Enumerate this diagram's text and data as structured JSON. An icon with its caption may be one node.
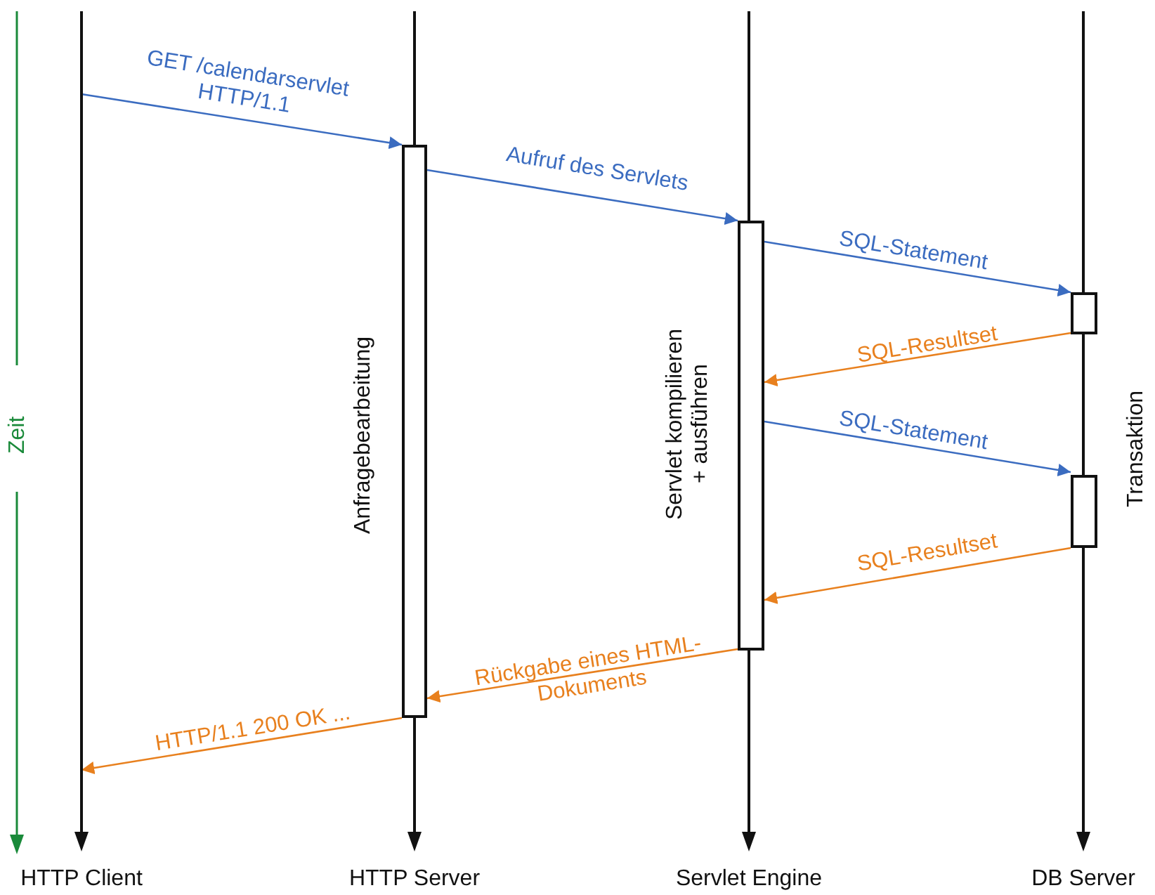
{
  "diagram": {
    "nodes": [
      {
        "text": [
          "HTTP Client"
        ]
      },
      {
        "text": [
          "HTTP Server"
        ]
      },
      {
        "text": [
          "Servlet Engine"
        ]
      },
      {
        "text": [
          "DB Server"
        ]
      },
      {
        "text": [],
        "shape": "bar",
        "in": 1,
        "beside": [
          "Anfragebearbeitung"
        ]
      },
      {
        "text": [],
        "shape": "bar",
        "in": 2,
        "beside": [
          "Servlet kompilieren + ausführen"
        ]
      },
      {
        "text": [],
        "shape": "bar",
        "in": 3
      },
      {
        "text": [],
        "shape": "bar",
        "in": 3
      }
    ],
    "edges": [
      {
        "from": 0,
        "to": 4,
        "arrow": "to",
        "label": "GET /calendarservlet HTTP/1.1",
        "color": "#3b6cc0"
      },
      {
        "from": 4,
        "to": 5,
        "arrow": "to",
        "label": "Aufruf des Servlets",
        "color": "#3b6cc0"
      },
      {
        "from": 5,
        "to": 6,
        "arrow": "to",
        "label": "SQL-Statement",
        "color": "#3b6cc0"
      },
      {
        "from": 6,
        "to": 5,
        "arrow": "to",
        "label": "SQL-Resultset",
        "color": "#e8801e"
      },
      {
        "from": 5,
        "to": 7,
        "arrow": "to",
        "label": "SQL-Statement",
        "color": "#3b6cc0"
      },
      {
        "from": 7,
        "to": 5,
        "arrow": "to",
        "label": "SQL-Resultset",
        "color": "#e8801e"
      },
      {
        "from": 5,
        "to": 4,
        "arrow": "to",
        "label": "Rückgabe eines HTML-Dokuments",
        "color": "#e8801e"
      },
      {
        "from": 4,
        "to": 0,
        "arrow": "to",
        "label": "HTTP/1.1 200 OK ...",
        "color": "#e8801e"
      }
    ],
    "labels": [
      "Zeit",
      "Transaktion"
    ]
  }
}
